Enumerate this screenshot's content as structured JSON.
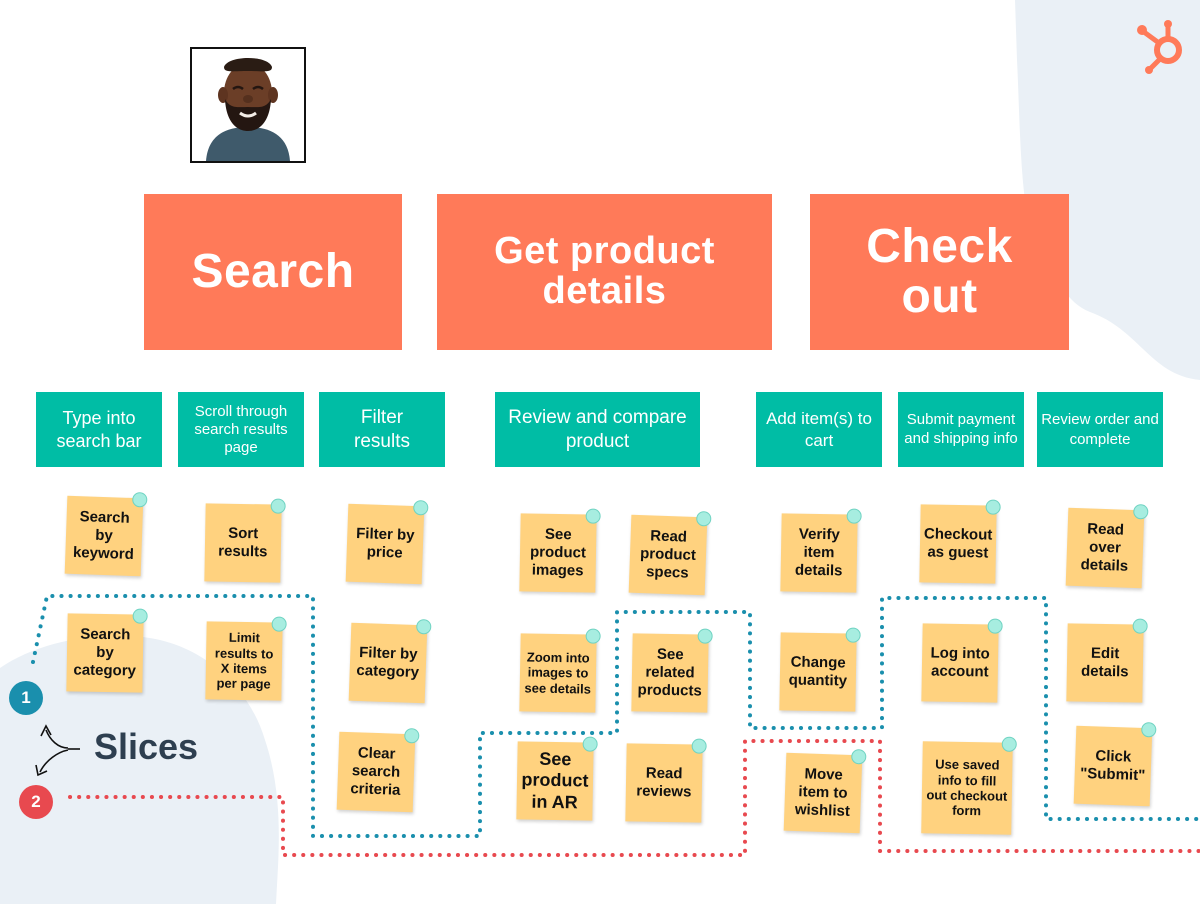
{
  "brand": {
    "logo": "hubspot-sprocket-icon",
    "logo_color": "#ff7a59"
  },
  "colors": {
    "epic": "#ff7a59",
    "activity": "#00bda5",
    "sticky": "#ffd27f",
    "slice1": "#1a8fad",
    "slice2": "#e8494f",
    "background_blob": "#eaf0f6",
    "text_dark": "#2e3f50"
  },
  "persona": {
    "avatar": "bearded-man-avatar-icon"
  },
  "epics": [
    {
      "label": "Search"
    },
    {
      "label": "Get product details"
    },
    {
      "label": "Check out"
    }
  ],
  "activities": [
    {
      "label": "Type into search bar"
    },
    {
      "label": "Scroll through search results page"
    },
    {
      "label": "Filter results"
    },
    {
      "label": "Review and compare product"
    },
    {
      "label": "Add item(s) to cart"
    },
    {
      "label": "Submit payment and shipping info"
    },
    {
      "label": "Review order and complete"
    }
  ],
  "stories": [
    {
      "label": "Search by keyword"
    },
    {
      "label": "Search by category"
    },
    {
      "label": "Sort results"
    },
    {
      "label": "Limit results to X items per page"
    },
    {
      "label": "Filter by price"
    },
    {
      "label": "Filter by category"
    },
    {
      "label": "Clear search criteria"
    },
    {
      "label": "See product images"
    },
    {
      "label": "Zoom into images to see details"
    },
    {
      "label": "See product in AR"
    },
    {
      "label": "Read product specs"
    },
    {
      "label": "See related products"
    },
    {
      "label": "Read reviews"
    },
    {
      "label": "Verify item details"
    },
    {
      "label": "Change quantity"
    },
    {
      "label": "Move item to wishlist"
    },
    {
      "label": "Checkout as guest"
    },
    {
      "label": "Log into account"
    },
    {
      "label": "Use saved info to fill out checkout form"
    },
    {
      "label": "Read over details"
    },
    {
      "label": "Edit details"
    },
    {
      "label": "Click \"Submit\""
    }
  ],
  "legend": {
    "title": "Slices",
    "slices": [
      {
        "number": "1"
      },
      {
        "number": "2"
      }
    ]
  }
}
